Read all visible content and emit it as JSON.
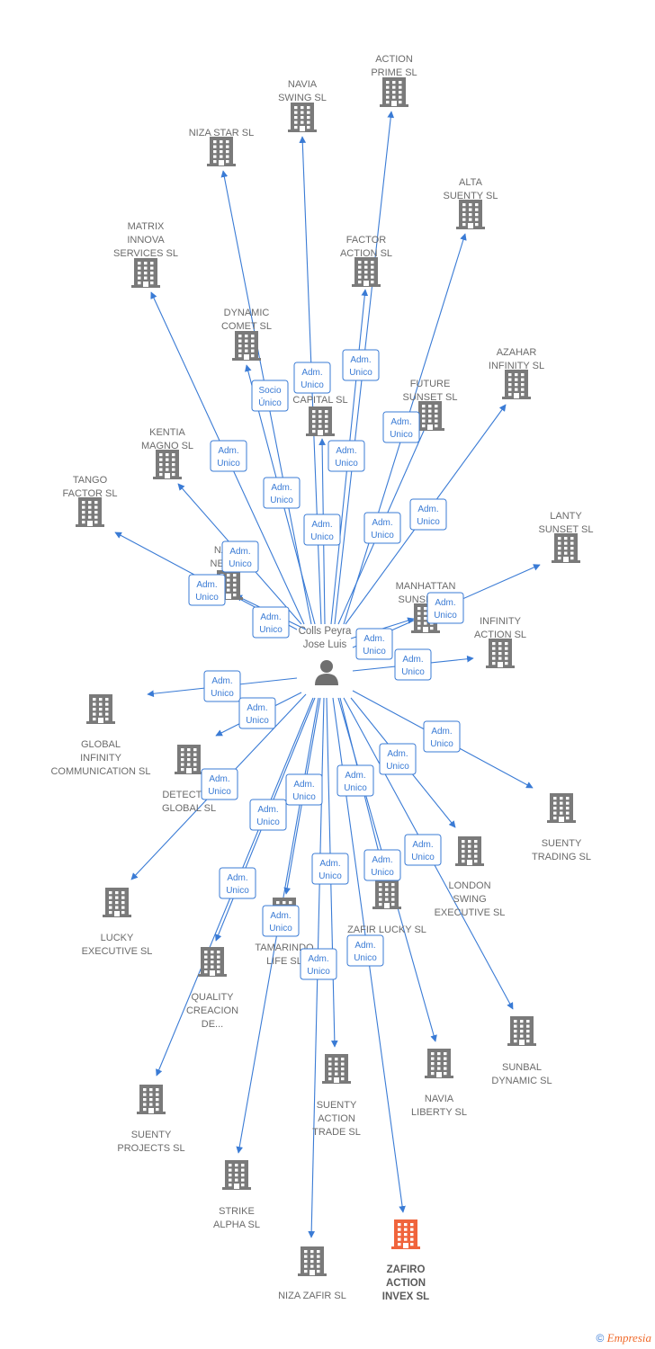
{
  "center": {
    "name_lines": [
      "Colls Peyra",
      "Jose Luis"
    ]
  },
  "colors": {
    "edge": "#3a7bd5",
    "node": "#7a7a7a",
    "highlight": "#f0643c",
    "role_border": "#3a7bd5"
  },
  "footer": {
    "copyright": "©",
    "brand": "Empresia"
  },
  "companies": [
    {
      "id": "action-prime",
      "lines": [
        "ACTION",
        "PRIME SL"
      ]
    },
    {
      "id": "navia-swing",
      "lines": [
        "NAVIA",
        "SWING SL"
      ]
    },
    {
      "id": "niza-star",
      "lines": [
        "NIZA STAR SL"
      ]
    },
    {
      "id": "alta-suenty",
      "lines": [
        "ALTA",
        "SUENTY SL"
      ]
    },
    {
      "id": "matrix-innova",
      "lines": [
        "MATRIX",
        "INNOVA",
        "SERVICES SL"
      ]
    },
    {
      "id": "factor-action",
      "lines": [
        "FACTOR",
        "ACTION SL"
      ]
    },
    {
      "id": "dynamic-comet",
      "lines": [
        "DYNAMIC",
        "COMET SL"
      ]
    },
    {
      "id": "azahar-infinity",
      "lines": [
        "AZAHAR",
        "INFINITY SL"
      ]
    },
    {
      "id": "capital",
      "lines": [
        "...Y",
        "CAPITAL SL"
      ]
    },
    {
      "id": "future-sunset",
      "lines": [
        "FUTURE",
        "SUNSET SL"
      ]
    },
    {
      "id": "kentia-magno",
      "lines": [
        "KENTIA",
        "MAGNO SL"
      ]
    },
    {
      "id": "tango-factor",
      "lines": [
        "TANGO",
        "FACTOR SL"
      ]
    },
    {
      "id": "lanty-sunset",
      "lines": [
        "LANTY",
        "SUNSET SL"
      ]
    },
    {
      "id": "navia-network",
      "lines": [
        "NAVIA",
        "NETW..."
      ]
    },
    {
      "id": "manhattan-sunset",
      "lines": [
        "MANHATTAN",
        "SUNSET SL"
      ]
    },
    {
      "id": "infinity-action",
      "lines": [
        "INFINITY",
        "ACTION SL"
      ]
    },
    {
      "id": "global-infinity",
      "lines": [
        "GLOBAL",
        "INFINITY",
        "COMMUNICATION SL"
      ]
    },
    {
      "id": "detectra-global",
      "lines": [
        "DETECTRA",
        "GLOBAL SL"
      ]
    },
    {
      "id": "suenty-trading",
      "lines": [
        "SUENTY",
        "TRADING SL"
      ]
    },
    {
      "id": "london-swing",
      "lines": [
        "LONDON",
        "SWING",
        "EXECUTIVE SL"
      ]
    },
    {
      "id": "lucky-executive",
      "lines": [
        "LUCKY",
        "EXECUTIVE SL"
      ]
    },
    {
      "id": "zafir-lucky",
      "lines": [
        "ZAFIR LUCKY SL"
      ]
    },
    {
      "id": "tamarindo-life",
      "lines": [
        "TAMARINDO",
        "LIFE SL"
      ]
    },
    {
      "id": "quality-creacion",
      "lines": [
        "QUALITY",
        "CREACION",
        "DE..."
      ]
    },
    {
      "id": "sunbal-dynamic",
      "lines": [
        "SUNBAL",
        "DYNAMIC SL"
      ]
    },
    {
      "id": "suenty-action-trade",
      "lines": [
        "SUENTY",
        "ACTION",
        "TRADE SL"
      ]
    },
    {
      "id": "navia-liberty",
      "lines": [
        "NAVIA",
        "LIBERTY SL"
      ]
    },
    {
      "id": "suenty-projects",
      "lines": [
        "SUENTY",
        "PROJECTS SL"
      ]
    },
    {
      "id": "strike-alpha",
      "lines": [
        "STRIKE",
        "ALPHA SL"
      ]
    },
    {
      "id": "niza-zafir",
      "lines": [
        "NIZA ZAFIR SL"
      ]
    },
    {
      "id": "zafiro-action-invex",
      "lines": [
        "ZAFIRO",
        "ACTION",
        "INVEX SL"
      ],
      "highlight": true
    }
  ],
  "roles": [
    {
      "lines": [
        "Adm.",
        "Unico"
      ]
    },
    {
      "lines": [
        "Adm.",
        "Unico"
      ]
    },
    {
      "lines": [
        "Socio",
        "Único"
      ]
    },
    {
      "lines": [
        "Adm.",
        "Unico"
      ]
    },
    {
      "lines": [
        "Adm.",
        "Unico"
      ]
    },
    {
      "lines": [
        "Adm.",
        "Unico"
      ]
    },
    {
      "lines": [
        "Adm.",
        "Unico"
      ]
    },
    {
      "lines": [
        "Adm.",
        "Unico"
      ]
    },
    {
      "lines": [
        "Adm.",
        "Unico"
      ]
    },
    {
      "lines": [
        "Adm.",
        "Unico"
      ]
    },
    {
      "lines": [
        "Adm.",
        "Unico"
      ]
    },
    {
      "lines": [
        "Adm.",
        "Unico"
      ]
    },
    {
      "lines": [
        "Adm.",
        "Unico"
      ]
    },
    {
      "lines": [
        "Adm.",
        "Unico"
      ]
    },
    {
      "lines": [
        "Adm.",
        "Unico"
      ]
    },
    {
      "lines": [
        "Adm.",
        "Unico"
      ]
    },
    {
      "lines": [
        "Adm.",
        "Unico"
      ]
    },
    {
      "lines": [
        "Adm.",
        "Unico"
      ]
    },
    {
      "lines": [
        "Adm.",
        "Unico"
      ]
    },
    {
      "lines": [
        "Adm.",
        "Unico"
      ]
    },
    {
      "lines": [
        "Adm.",
        "Unico"
      ]
    },
    {
      "lines": [
        "Adm.",
        "Unico"
      ]
    },
    {
      "lines": [
        "Adm.",
        "Unico"
      ]
    },
    {
      "lines": [
        "Adm.",
        "Unico"
      ]
    },
    {
      "lines": [
        "Adm.",
        "Unico"
      ]
    },
    {
      "lines": [
        "Adm.",
        "Unico"
      ]
    },
    {
      "lines": [
        "Adm.",
        "Unico"
      ]
    },
    {
      "lines": [
        "Adm.",
        "Unico"
      ]
    },
    {
      "lines": [
        "Adm.",
        "Unico"
      ]
    },
    {
      "lines": [
        "Adm.",
        "Unico"
      ]
    },
    {
      "lines": [
        "Adm.",
        "Unico"
      ]
    }
  ]
}
